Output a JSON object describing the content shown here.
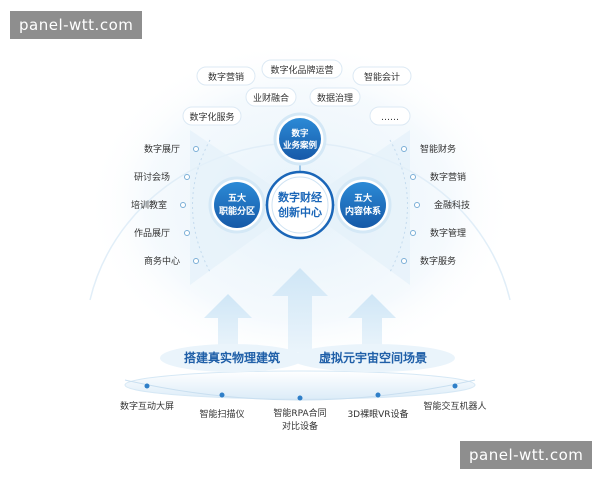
{
  "watermark": {
    "top": "panel-wtt.com",
    "bottom": "panel-wtt.com"
  },
  "center_hub": {
    "line1": "数字财经",
    "line2": "创新中心"
  },
  "top_node": {
    "line1": "数字",
    "line2": "业务案例"
  },
  "left_node": {
    "line1": "五大",
    "line2": "职能分区"
  },
  "right_node": {
    "line1": "五大",
    "line2": "内容体系"
  },
  "top_tags": [
    {
      "label": "数字营销"
    },
    {
      "label": "数字化品牌运营"
    },
    {
      "label": "智能会计"
    },
    {
      "label": "业财融合"
    },
    {
      "label": "数据治理"
    },
    {
      "label": "数字化服务"
    },
    {
      "label": "……"
    }
  ],
  "left_items": [
    "数字展厅",
    "研讨会场",
    "培训教室",
    "作品展厅",
    "商务中心"
  ],
  "right_items": [
    "智能财务",
    "数字营销",
    "金融科技",
    "数字管理",
    "数字服务"
  ],
  "base_labels": {
    "left": "搭建真实物理建筑",
    "right": "虚拟元宇宙空间场景"
  },
  "devices": [
    {
      "line1": "数字互动大屏",
      "line2": ""
    },
    {
      "line1": "智能扫描仪",
      "line2": ""
    },
    {
      "line1": "智能RPA合同",
      "line2": "对比设备"
    },
    {
      "line1": "3D裸眼VR设备",
      "line2": ""
    },
    {
      "line1": "智能交互机器人",
      "line2": ""
    }
  ],
  "colors": {
    "primary_blue": "#1a66b8",
    "light_blue": "#2f9ae0",
    "arrow_blue": "#d9ecf8",
    "halo": "#eaf4fb",
    "dot": "#2f7fc8"
  }
}
